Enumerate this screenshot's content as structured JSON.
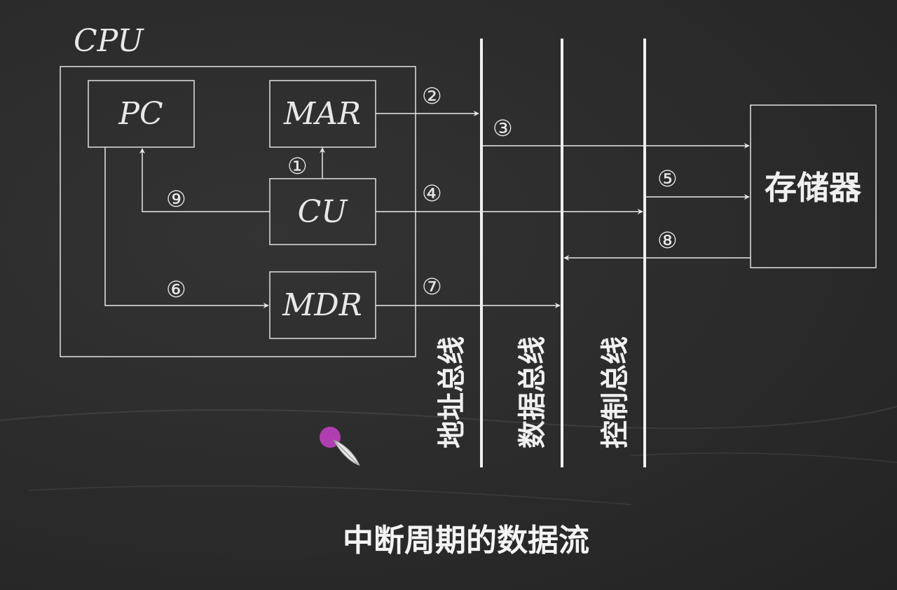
{
  "diagram": {
    "cpu_label": "CPU",
    "blocks": {
      "pc": "PC",
      "mar": "MAR",
      "cu": "CU",
      "mdr": "MDR",
      "memory": "存储器"
    },
    "buses": {
      "address": "地址总线",
      "data": "数据总线",
      "control": "控制总线"
    },
    "steps": [
      "①",
      "②",
      "③",
      "④",
      "⑤",
      "⑥",
      "⑦",
      "⑧",
      "⑨"
    ],
    "caption": "中断周期的数据流"
  },
  "colors": {
    "board": "#2b2b2b",
    "chalk": "#e8e8e8",
    "cursor_dot": "#c040c0"
  },
  "icons": {
    "pointer": "quill-pen-cursor-icon"
  }
}
